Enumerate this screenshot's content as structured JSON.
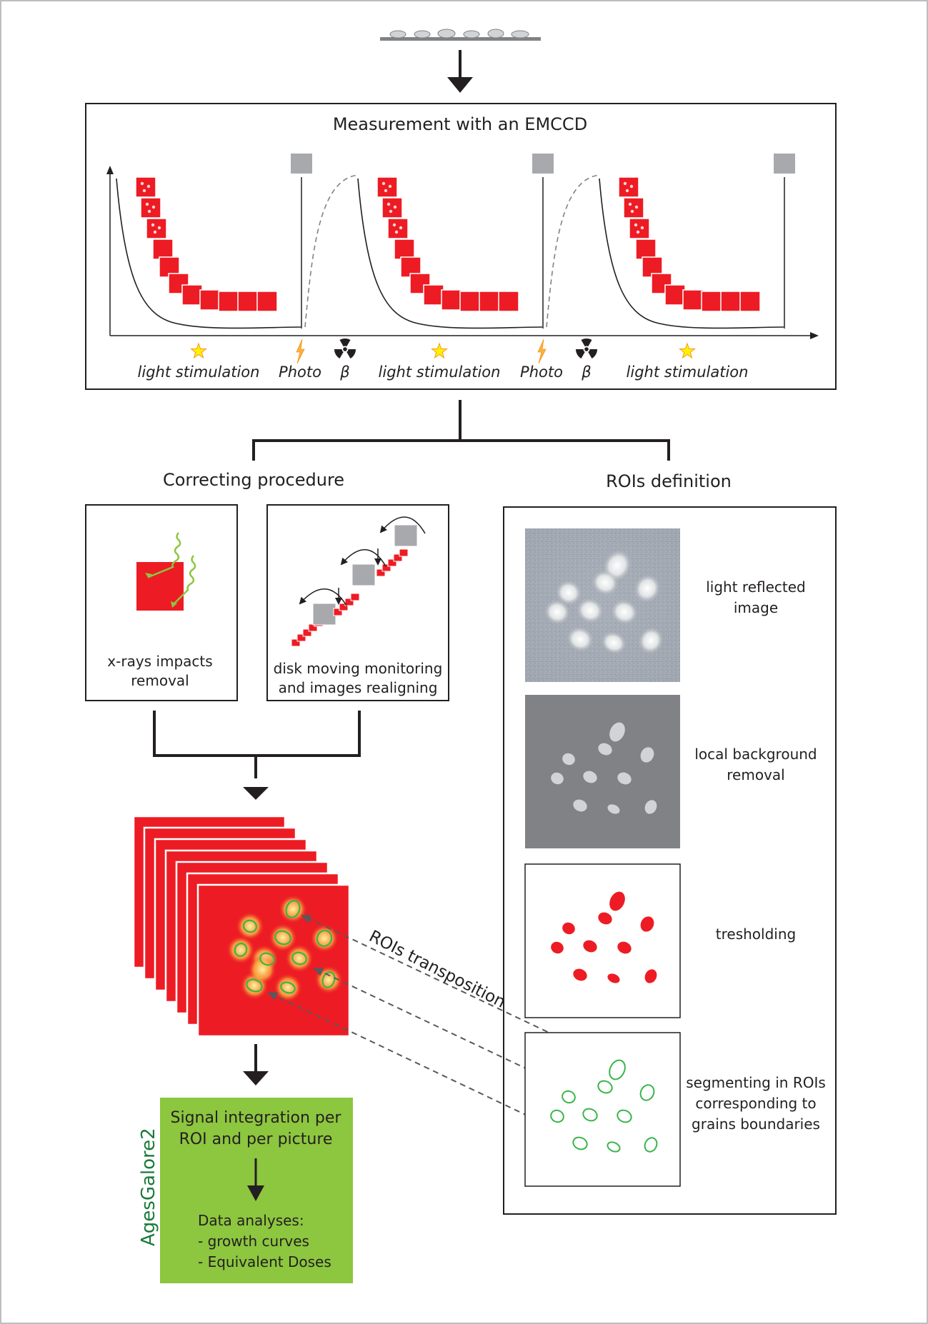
{
  "measurement": {
    "title": "Measurement with an EMCCD",
    "labels": [
      "light stimulation",
      "Photo",
      "β",
      "light stimulation",
      "Photo",
      "β",
      "light stimulation"
    ]
  },
  "correcting": {
    "title": "Correcting procedure",
    "xray_label_1": "x-rays impacts",
    "xray_label_2": "removal",
    "disk_label_1": "disk moving monitoring",
    "disk_label_2": "and images realigning"
  },
  "rois": {
    "title": "ROIs definition",
    "steps": [
      {
        "line1": "light reflected",
        "line2": "image",
        "line3": ""
      },
      {
        "line1": "local background",
        "line2": "removal",
        "line3": ""
      },
      {
        "line1": "tresholding",
        "line2": "",
        "line3": ""
      },
      {
        "line1": "segmenting in ROIs",
        "line2": "corresponding to",
        "line3": "grains boundaries"
      }
    ]
  },
  "transposition_label": "ROIs transposition",
  "software": {
    "name": "AgesGalore2",
    "step1_line1": "Signal integration per",
    "step1_line2": "ROI and per picture",
    "analyses_title": "Data analyses:",
    "analyses_items": [
      "- growth curves",
      "- Equivalent Doses"
    ]
  },
  "colors": {
    "red": "#ed1c24",
    "green_box": "#8dc63f",
    "software_name": "#1a7a3a",
    "roi_green": "#39b54a",
    "gray_square": "#a7a9ac",
    "dark_gray": "#808285"
  }
}
